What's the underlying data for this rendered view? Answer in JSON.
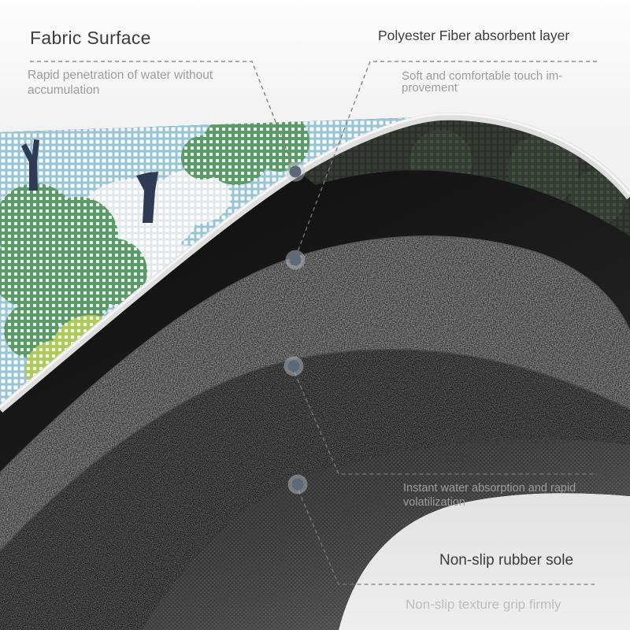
{
  "callouts": [
    {
      "id": "fabric",
      "title_lines": [
        "Fabric Surface"
      ],
      "desc_lines": [
        "Rapid penetration of water without",
        "accumulation"
      ]
    },
    {
      "id": "polyester",
      "title_lines": [
        "Polyester Fiber absorbent layer"
      ],
      "desc_lines": [
        "Soft and comfortable touch im-",
        "provement"
      ]
    },
    {
      "id": "foam",
      "title_lines": [
        "Foaming absorbent",
        "layer"
      ],
      "desc_lines": [
        "Instant water absorption and rapid",
        "volatilization"
      ]
    },
    {
      "id": "sole",
      "title_lines": [
        "Non-slip rubber sole"
      ],
      "desc_lines": [
        "Non-slip texture grip firmly"
      ]
    }
  ],
  "palette": {
    "title": "#3c3c3c",
    "description": "#9c9c9c",
    "description_faint": "#bdbdbd",
    "leader_line": "#7a7a7a",
    "marker": "#5c6a78",
    "fabric_green": "#5a9b67",
    "fabric_blue": "#9ac4d6",
    "fabric_lime": "#aec95c",
    "tree_trunk": "#2f3a55"
  }
}
